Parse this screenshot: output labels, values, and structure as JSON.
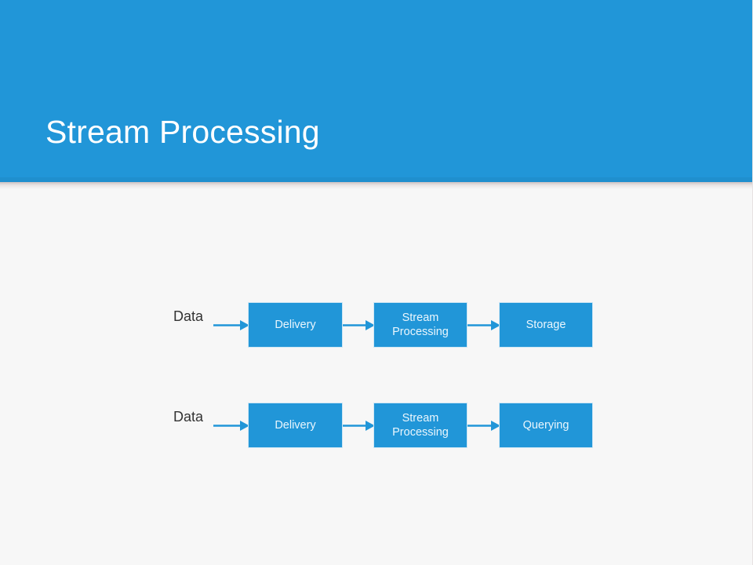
{
  "slide": {
    "title": "Stream Processing",
    "background_color": "#f7f7f7",
    "header_color": "#2196d8",
    "accent_color": "#2196d8",
    "title_color": "#ffffff"
  },
  "diagram": {
    "type": "flow",
    "node_fill": "#2196d8",
    "node_text_color": "#eaf6fd",
    "arrow_color": "#2196d8",
    "source_label_color": "#333333",
    "rows": [
      {
        "source": "Data",
        "nodes": [
          {
            "lines": [
              "Delivery"
            ]
          },
          {
            "lines": [
              "Stream",
              "Processing"
            ]
          },
          {
            "lines": [
              "Storage"
            ]
          }
        ]
      },
      {
        "source": "Data",
        "nodes": [
          {
            "lines": [
              "Delivery"
            ]
          },
          {
            "lines": [
              "Stream",
              "Processing"
            ]
          },
          {
            "lines": [
              "Querying"
            ]
          }
        ]
      }
    ]
  }
}
